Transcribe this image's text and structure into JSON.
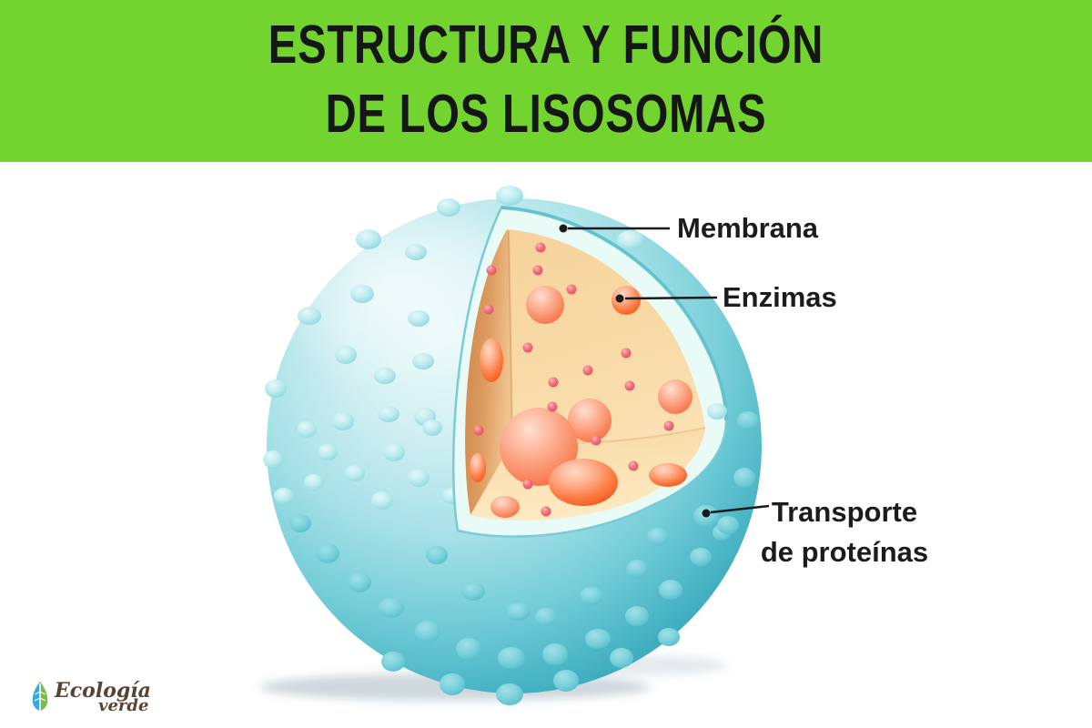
{
  "header": {
    "line1": "ESTRUCTURA Y FUNCIÓN",
    "line2": "DE LOS LISOSOMAS"
  },
  "labels": {
    "membrane": "Membrana",
    "enzymes": "Enzimas",
    "transport_line1": "Transporte",
    "transport_line2": "de proteínas"
  },
  "logo": {
    "word_top": "Ecología",
    "word_bottom": "verde"
  },
  "theme": {
    "header-bg": "#73d32f",
    "title-color": "#161616",
    "label-color": "#1c1c1c",
    "logo-brown": "#5a4330",
    "sphere-teal": "#35a6ba",
    "sphere-light": "#cdeef2",
    "membrane-pale": "#e9fbf6",
    "lumen-tan": "#f7d9a5",
    "cut-face-tan": "#d68e51",
    "enzyme-orange": "#f4561a",
    "enzyme-pink": "#fca687",
    "dot-red": "#e25263",
    "leaf-blue": "#36a9e1",
    "leaf-green": "#72bf44"
  }
}
